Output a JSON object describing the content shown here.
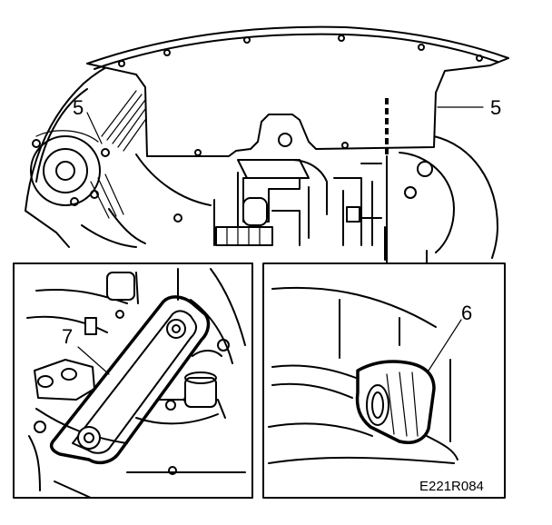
{
  "figure": {
    "callouts": {
      "top_left": "5",
      "top_right": "5",
      "inset_left": "7",
      "inset_right": "6"
    },
    "reference_code": "E221R084"
  }
}
